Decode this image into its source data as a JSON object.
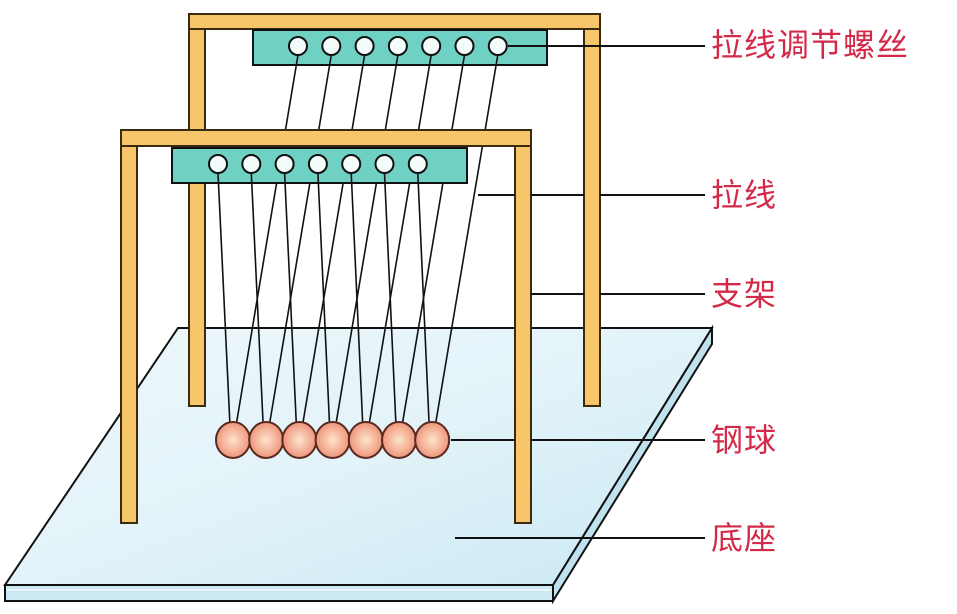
{
  "diagram": {
    "title": "Newton's cradle apparatus",
    "ball_count": 7,
    "colors": {
      "frame_fill": "#f8c66a",
      "frame_stroke": "#3a2a10",
      "block_fill": "#6fd0c4",
      "ball_fill": "#f2a88c",
      "ball_highlight": "#fde2cf",
      "base_fill": "#d6eef7",
      "base_edge": "#bfe2ee",
      "line": "#111111",
      "label": "#d42a4a"
    },
    "labels": [
      {
        "id": "adjust-screw",
        "text": "拉线调节螺丝"
      },
      {
        "id": "string",
        "text": "拉线"
      },
      {
        "id": "stand",
        "text": "支架"
      },
      {
        "id": "steel-ball",
        "text": "钢球"
      },
      {
        "id": "base",
        "text": "底座"
      }
    ]
  }
}
